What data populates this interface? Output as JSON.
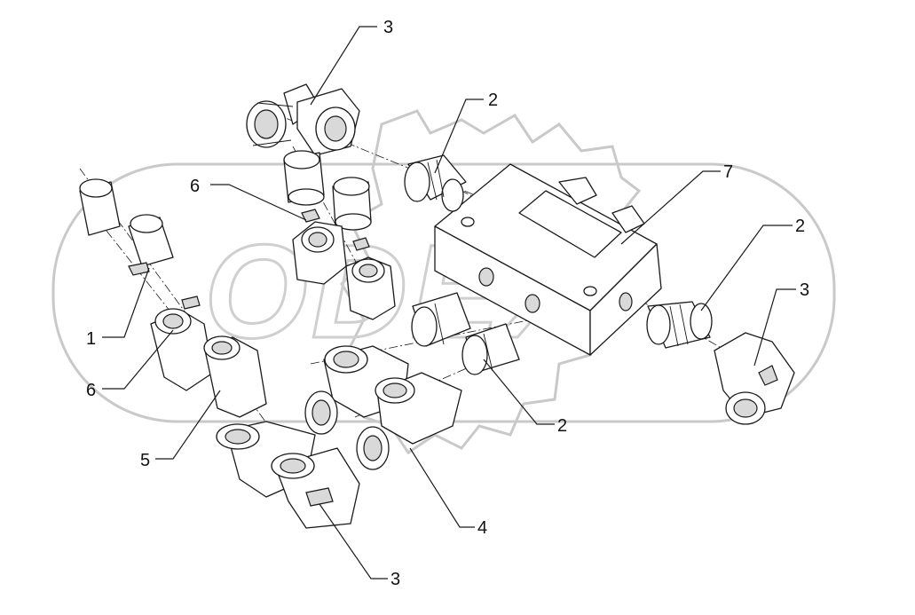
{
  "watermark": {
    "text": "ODEX",
    "color": "#c9c9c9"
  },
  "callouts": [
    {
      "id": "c3a",
      "label": "3"
    },
    {
      "id": "c2a",
      "label": "2"
    },
    {
      "id": "c6a",
      "label": "6"
    },
    {
      "id": "c7",
      "label": "7"
    },
    {
      "id": "c2b",
      "label": "2"
    },
    {
      "id": "c3b",
      "label": "3"
    },
    {
      "id": "c1",
      "label": "1"
    },
    {
      "id": "c6b",
      "label": "6"
    },
    {
      "id": "c5",
      "label": "5"
    },
    {
      "id": "c2c",
      "label": "2"
    },
    {
      "id": "c4",
      "label": "4"
    },
    {
      "id": "c3c",
      "label": "3"
    }
  ],
  "colors": {
    "line": "#1a1a1a",
    "fill": "#ffffff",
    "shade": "#d9d9d9"
  }
}
